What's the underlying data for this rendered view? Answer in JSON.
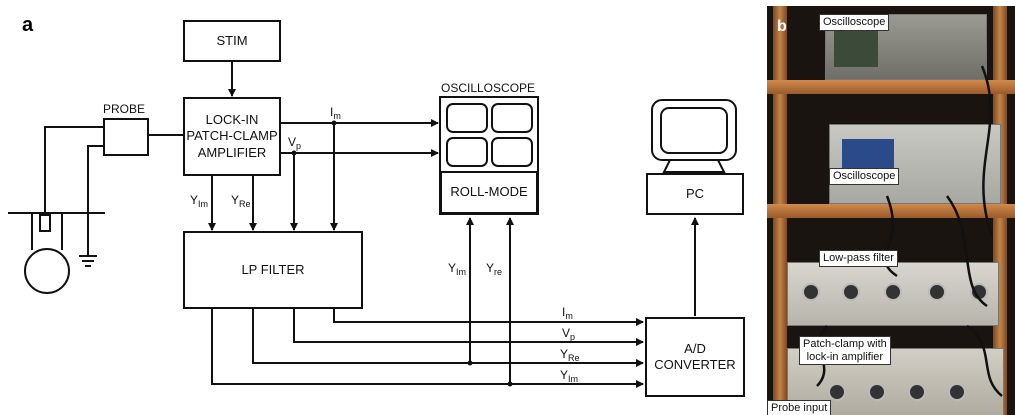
{
  "panel_a": {
    "letter": "a",
    "blocks": {
      "stim": "STIM",
      "lockin": [
        "LOCK-IN",
        "PATCH-CLAMP",
        "AMPLIFIER"
      ],
      "lp_filter": "LP FILTER",
      "roll_mode": "ROLL-MODE",
      "pc": "PC",
      "adc": [
        "A/D",
        "CONVERTER"
      ]
    },
    "labels": {
      "probe": "PROBE",
      "oscilloscope": "OSCILLOSCOPE",
      "im_main": "I",
      "im_sub": "m",
      "vp_main": "V",
      "vp_sub": "p",
      "yim_main": "Y",
      "yim_sub": "Im",
      "yre_main": "Y",
      "yre_sub": "Re",
      "yre_lower_sub": "re"
    }
  },
  "panel_b": {
    "letter": "b",
    "tags": {
      "osc1": "Oscilloscope",
      "osc2": "Oscilloscope",
      "lowpass": "Low-pass filter",
      "patch": [
        "Patch-clamp with",
        "lock-in amplifier"
      ],
      "probe_input": "Probe input"
    }
  },
  "colors": {
    "line": "#111111",
    "shelf_wood": "#c07a3e",
    "osc_screen": "#2a4a8a"
  }
}
